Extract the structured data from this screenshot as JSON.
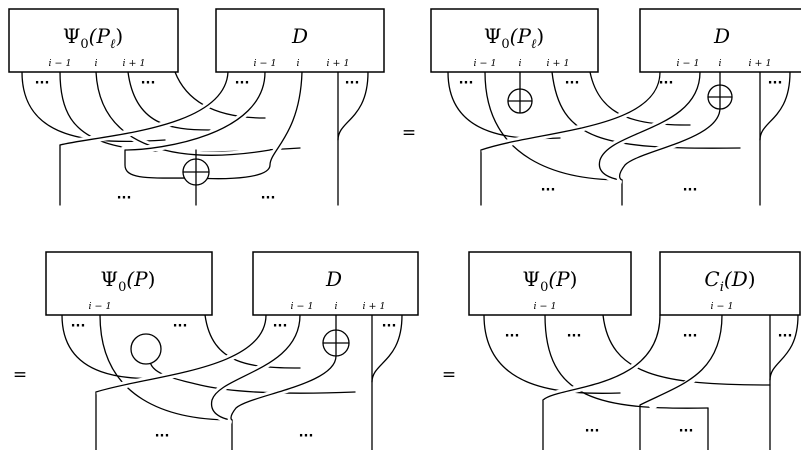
{
  "panels": [
    {
      "left_box": {
        "label": "Ψ₀(P_ℓ)",
        "label_main": "Ψ",
        "label_sub": "0",
        "label_arg": "(P",
        "label_arg_sub": "ℓ",
        "label_close": ")",
        "ports": [
          "i − 1",
          "i",
          "i + 1"
        ]
      },
      "right_box": {
        "label": "D",
        "ports": [
          "i − 1",
          "i",
          "i + 1"
        ]
      },
      "dots": [
        "···",
        "···",
        "···",
        "···",
        "···",
        "···"
      ]
    },
    {
      "prefix": "=",
      "left_box": {
        "label": "Ψ₀(P_ℓ)",
        "label_main": "Ψ",
        "label_sub": "0",
        "label_arg": "(P",
        "label_arg_sub": "ℓ",
        "label_close": ")",
        "ports": [
          "i − 1",
          "i",
          "i + 1"
        ]
      },
      "right_box": {
        "label": "D",
        "ports": [
          "i − 1",
          "i",
          "i + 1"
        ]
      },
      "dots": [
        "···",
        "···",
        "···",
        "···",
        "···",
        "···"
      ]
    },
    {
      "prefix": "=",
      "left_box": {
        "label": "Ψ₀(P)",
        "label_main": "Ψ",
        "label_sub": "0",
        "label_arg": "(P",
        "label_arg_sub": "",
        "label_close": ")",
        "ports": [
          "i − 1"
        ]
      },
      "right_box": {
        "label": "D",
        "ports": [
          "i − 1",
          "i",
          "i + 1"
        ]
      },
      "dots": [
        "···",
        "···",
        "···",
        "···",
        "···",
        "···"
      ]
    },
    {
      "prefix": "=",
      "left_box": {
        "label": "Ψ₀(P)",
        "label_main": "Ψ",
        "label_sub": "0",
        "label_arg": "(P",
        "label_arg_sub": "",
        "label_close": ")",
        "ports": [
          "i − 1"
        ]
      },
      "right_box": {
        "label": "C_i(D)",
        "label_main": "C",
        "label_sub": "i",
        "label_arg": "(D",
        "label_arg_sub": "",
        "label_close": ")",
        "ports": [
          "i − 1"
        ]
      },
      "dots": [
        "···",
        "···",
        "···",
        "···",
        "···",
        "···"
      ]
    }
  ]
}
